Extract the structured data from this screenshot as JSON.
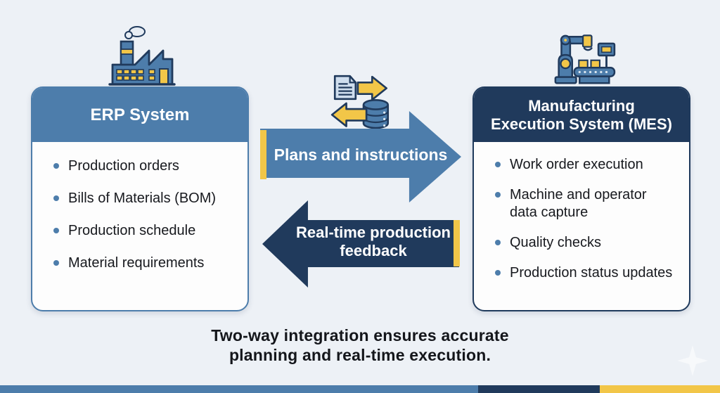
{
  "colors": {
    "background": "#edf1f6",
    "steel_blue": "#4d7dab",
    "navy": "#203a5c",
    "yellow": "#f2c648",
    "card_background": "#fdfdfd",
    "body_text": "#17191e",
    "header_text": "#ffffff"
  },
  "erp_card": {
    "title": "ERP System",
    "items": [
      "Production orders",
      "Bills of Materials (BOM)",
      "Production schedule",
      "Material requirements"
    ]
  },
  "mes_card": {
    "title_line1": "Manufacturing",
    "title_line2": "Execution System (MES)",
    "items": [
      "Work order execution",
      "Machine and operator data capture",
      "Quality checks",
      "Production status updates"
    ]
  },
  "flow": {
    "forward_label": "Plans and instructions",
    "feedback_label_line1": "Real-time production",
    "feedback_label_line2": "feedback"
  },
  "caption": {
    "line1": "Two-way integration ensures accurate",
    "line2": "planning and real-time execution."
  },
  "icons": {
    "factory": "factory-icon",
    "robot_conveyor": "robot-arm-conveyor-icon",
    "doc_db_exchange": "document-database-exchange-icon",
    "sparkle": "sparkle-icon"
  }
}
